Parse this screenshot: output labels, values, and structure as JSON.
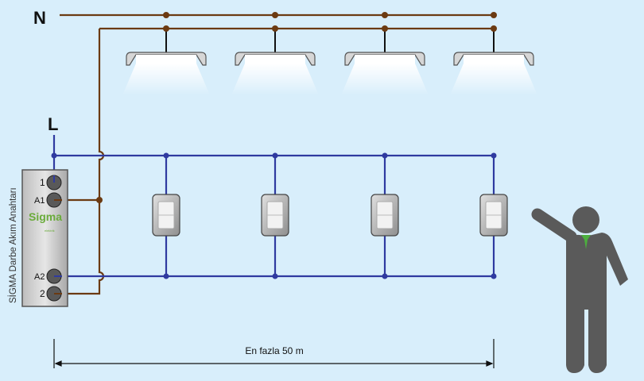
{
  "labels": {
    "neutral": "N",
    "live": "L",
    "dimension": "En fazla 50 m",
    "relay_title": "SİGMA Darbe Akım Anahtarı",
    "relay_brand": "Sigma",
    "relay_brand_sub": "elektrik",
    "terminal_1": "1",
    "terminal_a1": "A1",
    "terminal_a2": "A2",
    "terminal_2": "2"
  },
  "colors": {
    "background": "#d8eefb",
    "wire_brown": "#6b3a12",
    "wire_blue": "#2f3aa0",
    "person": "#5a5a5a",
    "tie": "#4caf3e",
    "brand": "#6aab3a"
  },
  "lamps": [
    {
      "id": 1
    },
    {
      "id": 2
    },
    {
      "id": 3
    },
    {
      "id": 4
    }
  ],
  "switches": [
    {
      "id": 1
    },
    {
      "id": 2
    },
    {
      "id": 3
    },
    {
      "id": 4
    }
  ]
}
